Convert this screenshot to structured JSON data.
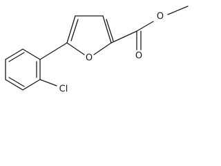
{
  "structure": {
    "atoms": [
      {
        "id": "o-ring",
        "label": "O"
      },
      {
        "id": "o-carbonyl",
        "label": "O"
      },
      {
        "id": "o-ester",
        "label": "O"
      },
      {
        "id": "cl",
        "label": "Cl"
      }
    ]
  }
}
